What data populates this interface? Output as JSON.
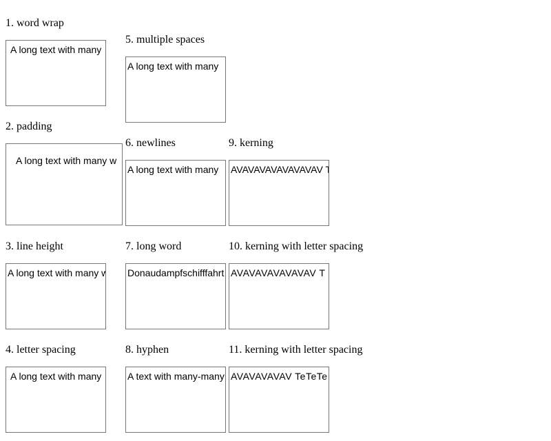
{
  "cases": [
    {
      "label": "1. word wrap",
      "text": "A long text with many"
    },
    {
      "label": "2. padding",
      "text": "A long text with many w"
    },
    {
      "label": "3. line height",
      "text": "A long text with many w"
    },
    {
      "label": "4. letter spacing",
      "text": "A long text with many"
    },
    {
      "label": "5. multiple spaces",
      "text": "A long text with many"
    },
    {
      "label": "6. newlines",
      "text": "A long text with many"
    },
    {
      "label": "7. long word",
      "text": "Donaudampfschifffahrt"
    },
    {
      "label": "8. hyphen",
      "text": "A text with many-many"
    },
    {
      "label": "9. kerning",
      "text": "AVAVAVAVAVAVAVAV T"
    },
    {
      "label": "10. kerning with letter spacing",
      "text": "AVAVAVAVAVAVAV T"
    },
    {
      "label": "11. kerning with letter spacing",
      "text": "AVAVAVAVAV TeTeTe"
    }
  ]
}
